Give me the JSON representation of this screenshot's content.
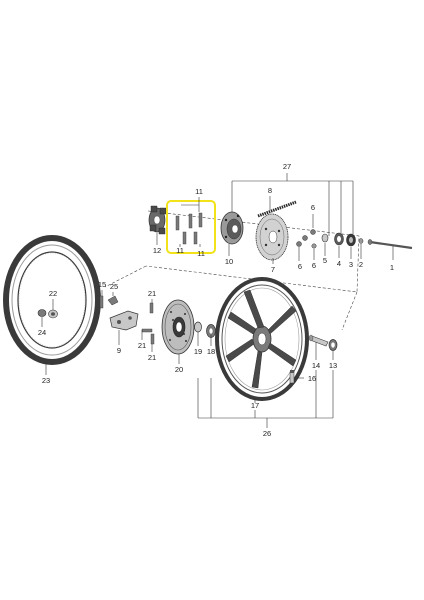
{
  "colors": {
    "highlight": "#f2e21a",
    "line": "#333333",
    "part_dark": "#3a3a3a",
    "part_mid": "#7a7a7a",
    "part_light": "#c8c8c8"
  },
  "callouts": {
    "c1": "1",
    "c2": "2",
    "c3": "3",
    "c4": "4",
    "c5": "5",
    "c6a": "6",
    "c6b": "6",
    "c6c": "6",
    "c7": "7",
    "c8": "8",
    "c9": "9",
    "c10": "10",
    "c11a": "11",
    "c11b": "11",
    "c11c": "11",
    "c12": "12",
    "c13": "13",
    "c14": "14",
    "c15": "15",
    "c16": "16",
    "c17": "17",
    "c18": "18",
    "c19": "19",
    "c20": "20",
    "c21a": "21",
    "c21b": "21",
    "c21c": "21",
    "c22": "22",
    "c23": "23",
    "c24": "24",
    "c25": "25",
    "c26": "26",
    "c27": "27"
  }
}
